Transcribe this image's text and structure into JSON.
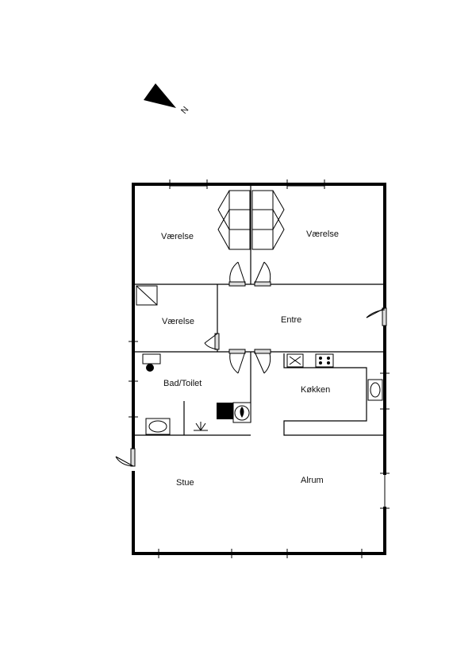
{
  "compass": {
    "label": "N",
    "icon": "north-arrow-icon"
  },
  "rooms": {
    "bedroom_left": "Værelse",
    "bedroom_right": "Værelse",
    "bedroom_small": "Værelse",
    "entrance": "Entre",
    "bathroom": "Bad/Toilet",
    "kitchen": "Køkken",
    "living_room": "Stue",
    "family_room": "Alrum"
  }
}
